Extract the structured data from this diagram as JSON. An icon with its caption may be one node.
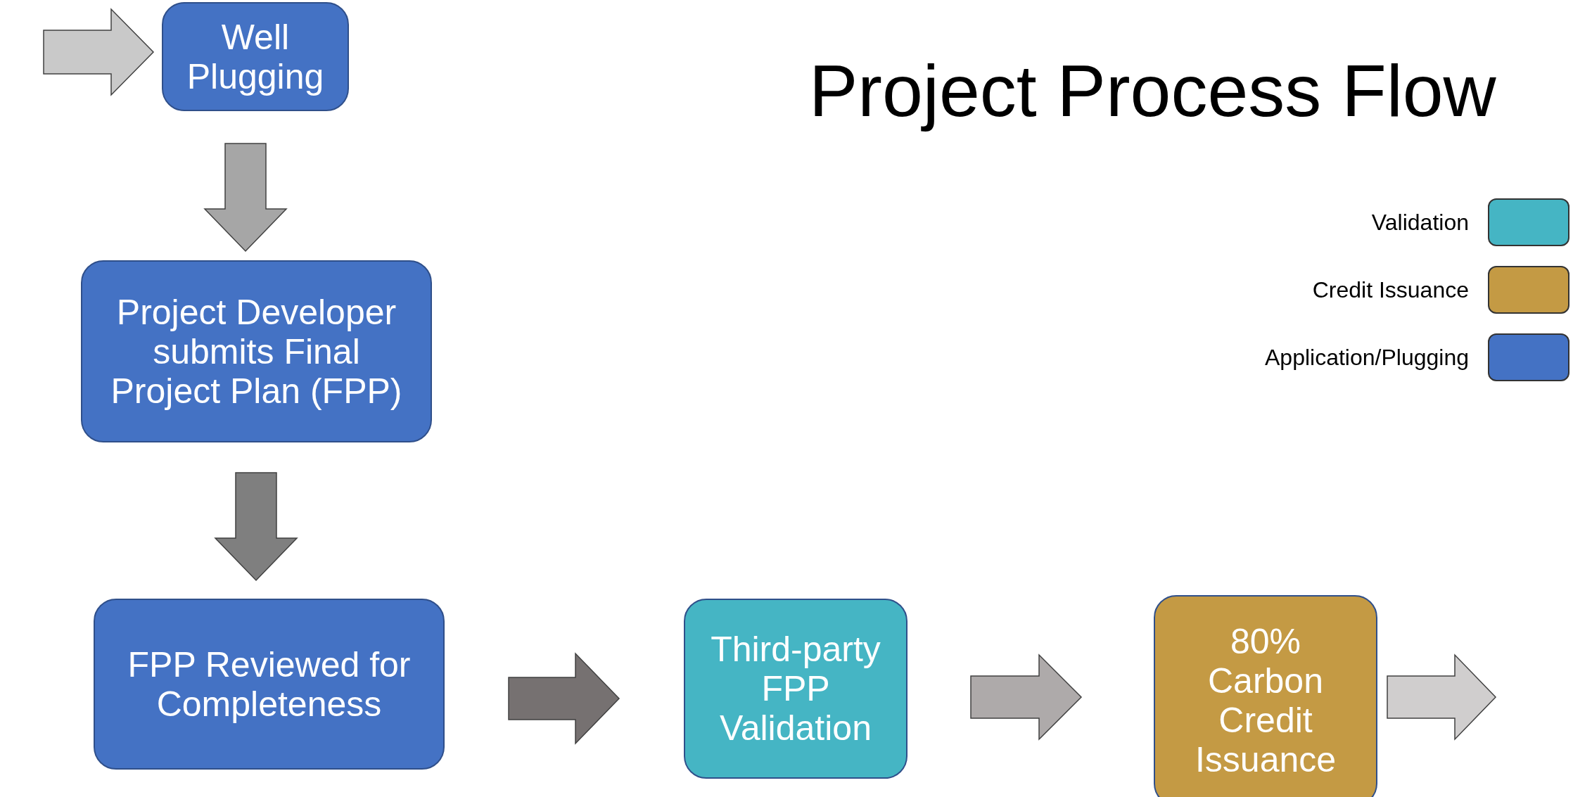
{
  "diagram": {
    "title": "Project Process Flow",
    "nodes": [
      {
        "text": [
          "Well Plugging"
        ]
      },
      {
        "text": [
          "Project Developer submits Final Project Plan (FPP)"
        ]
      },
      {
        "text": [
          "FPP Reviewed for Completeness"
        ]
      },
      {
        "text": [
          "Third-party FPP Validation"
        ]
      },
      {
        "text": [
          "80% Carbon Credit Issuance"
        ]
      }
    ],
    "edges": [
      {
        "from": null,
        "to": 0,
        "arrow": "to",
        "color": "#c9c9c9"
      },
      {
        "from": 0,
        "to": 1,
        "arrow": "to",
        "color": "#a6a6a6"
      },
      {
        "from": 1,
        "to": 2,
        "arrow": "to",
        "color": "#7f7f7f"
      },
      {
        "from": 2,
        "to": 3,
        "arrow": "to",
        "color": "#767171"
      },
      {
        "from": 3,
        "to": 4,
        "arrow": "to",
        "color": "#aeaaaa"
      },
      {
        "from": 4,
        "to": null,
        "arrow": "to",
        "color": "#d0cece"
      }
    ],
    "legend": [
      {
        "text": "Validation",
        "color": "#45b5c4"
      },
      {
        "text": "Credit Issuance",
        "color": "#c49a44"
      },
      {
        "text": "Application/Plugging",
        "color": "#4472c4"
      }
    ]
  }
}
